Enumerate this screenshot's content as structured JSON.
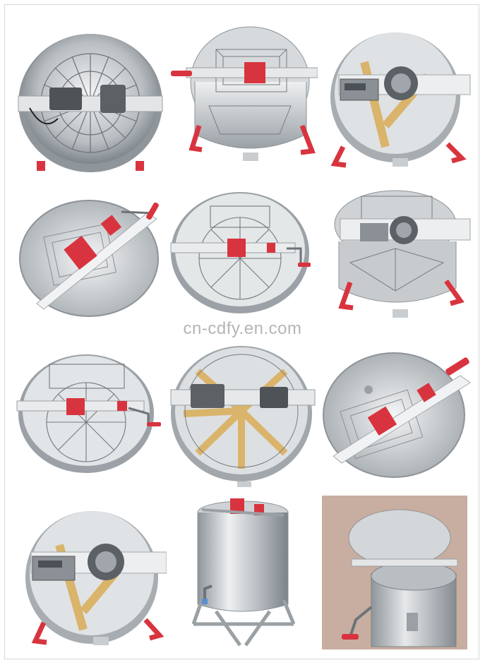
{
  "watermark": {
    "text": "cn-cdfy.en.com"
  },
  "colors": {
    "steel_light": "#e9ebec",
    "steel_mid": "#b7bcc0",
    "steel_dark": "#7f868b",
    "red_part": "#d8343f",
    "honey_frame": "#d9b46a",
    "motor_gray": "#5c6166",
    "photo_bg": "#c8aea0"
  },
  "photos": [
    {
      "subject": "extractor-top-motor"
    },
    {
      "subject": "extractor-hand-crank-lid-open"
    },
    {
      "subject": "extractor-motor-control-box"
    },
    {
      "subject": "extractor-lid-hand-crank"
    },
    {
      "subject": "extractor-radial-hand-crank"
    },
    {
      "subject": "extractor-motor-cage"
    },
    {
      "subject": "extractor-radial-crank-side"
    },
    {
      "subject": "extractor-radial-motor-frames"
    },
    {
      "subject": "extractor-lid-crank-tilted"
    },
    {
      "subject": "extractor-motor-box-frames"
    },
    {
      "subject": "extractor-tall-tank-stand"
    },
    {
      "subject": "extractor-tank-open-lid"
    }
  ]
}
